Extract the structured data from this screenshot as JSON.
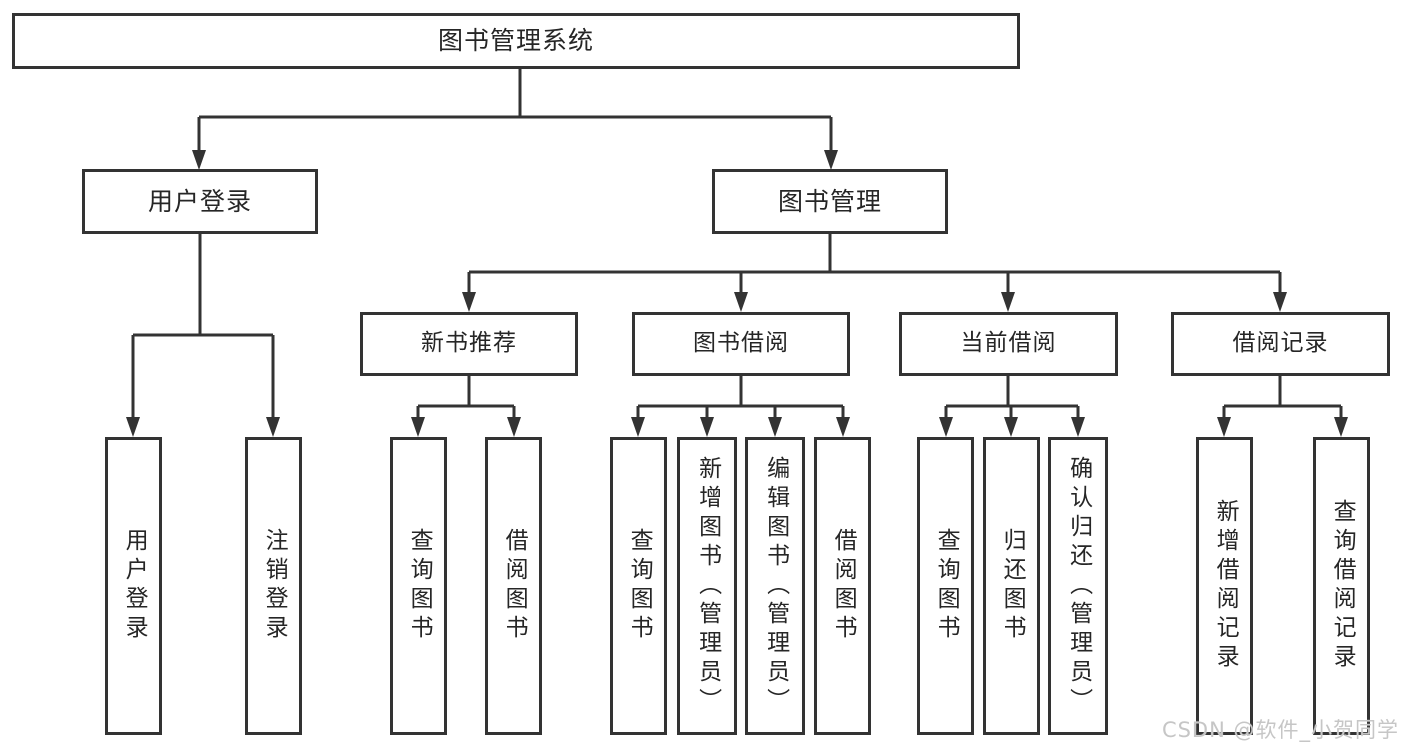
{
  "diagram": {
    "title": "图书管理系统",
    "level1": [
      {
        "label": "用户登录"
      },
      {
        "label": "图书管理"
      }
    ],
    "level2": [
      {
        "label": "新书推荐",
        "parent": "图书管理"
      },
      {
        "label": "图书借阅",
        "parent": "图书管理"
      },
      {
        "label": "当前借阅",
        "parent": "图书管理"
      },
      {
        "label": "借阅记录",
        "parent": "图书管理"
      }
    ],
    "leaves": [
      {
        "label": "用户登录",
        "parent": "用户登录"
      },
      {
        "label": "注销登录",
        "parent": "用户登录"
      },
      {
        "label": "查询图书",
        "parent": "新书推荐"
      },
      {
        "label": "借阅图书",
        "parent": "新书推荐"
      },
      {
        "label": "查询图书",
        "parent": "图书借阅"
      },
      {
        "label": "新增图书（管理员）",
        "parent": "图书借阅"
      },
      {
        "label": "编辑图书（管理员）",
        "parent": "图书借阅"
      },
      {
        "label": "借阅图书",
        "parent": "图书借阅"
      },
      {
        "label": "查询图书",
        "parent": "当前借阅"
      },
      {
        "label": "归还图书",
        "parent": "当前借阅"
      },
      {
        "label": "确认归还（管理员）",
        "parent": "当前借阅"
      },
      {
        "label": "新增借阅记录",
        "parent": "借阅记录"
      },
      {
        "label": "查询借阅记录",
        "parent": "借阅记录"
      }
    ]
  },
  "watermark": {
    "text": "CSDN @软件_小贺同学"
  },
  "colors": {
    "line": "#333333",
    "border": "#333333",
    "text": "#262626",
    "watermark": "#c6c6c6",
    "background": "#ffffff"
  }
}
